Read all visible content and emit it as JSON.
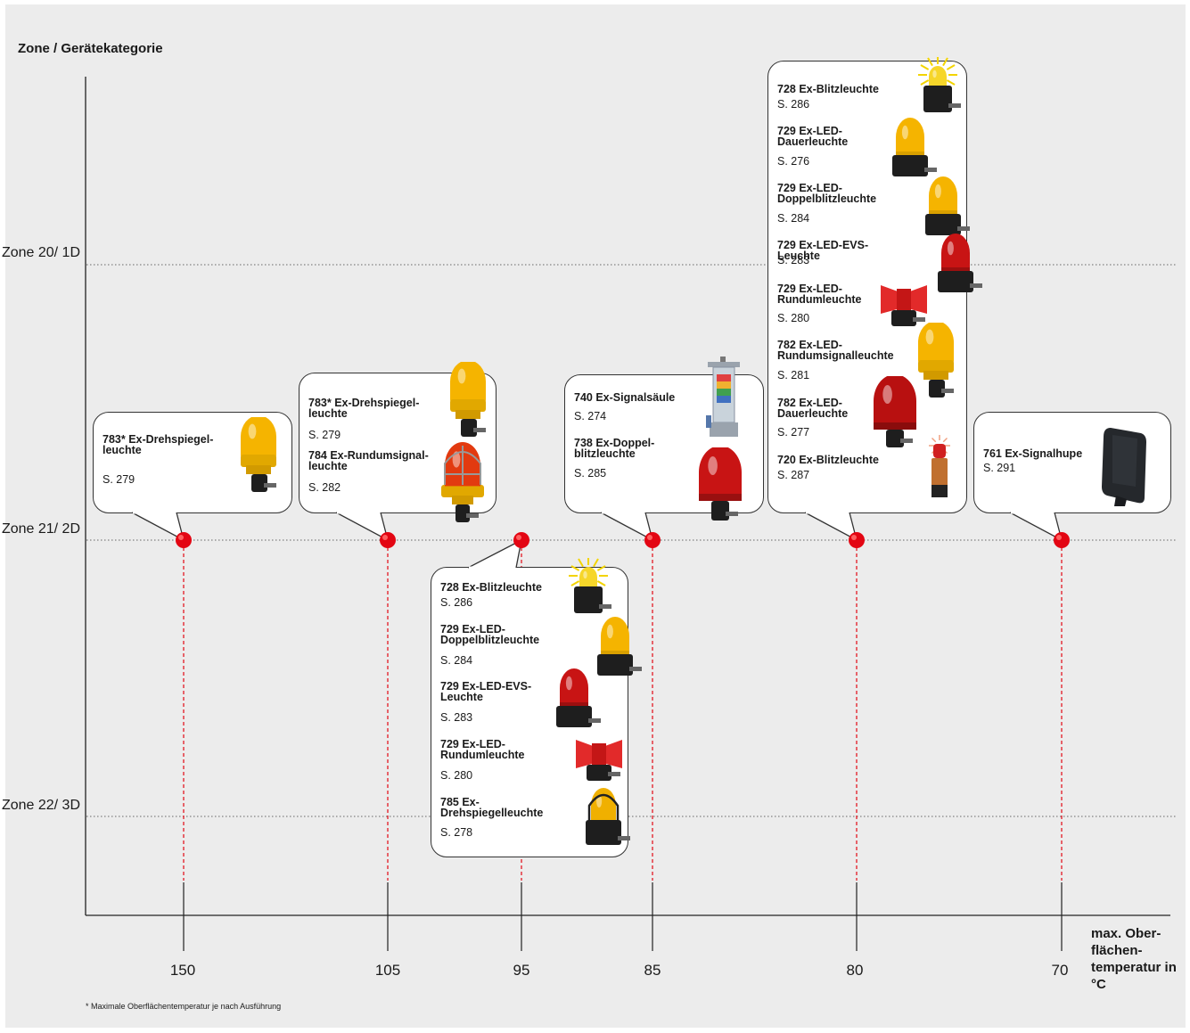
{
  "y_axis": {
    "title": "Zone / Gerätekategorie",
    "zones": [
      "Zone 20/ 1D",
      "Zone 21/ 2D",
      "Zone 22/ 3D"
    ]
  },
  "x_axis": {
    "ticks": [
      "150",
      "105",
      "95",
      "85",
      "80",
      "70"
    ],
    "label": "max. Ober- flächen- temperatur in °C"
  },
  "footnote": "* Maximale Oberflächentemperatur je nach Ausführung",
  "colors": {
    "marker": "#e30613",
    "grid": "#555555",
    "lamp_yellow": "#f5b400",
    "lamp_red": "#c81414",
    "base": "#1e1e1e"
  },
  "groups": [
    {
      "temp": "150",
      "items": [
        {
          "name": "783* Ex-Drehspiegel- leuchte",
          "page": "S. 279",
          "icon": "yellow-rotating-beacon-icon"
        }
      ]
    },
    {
      "temp": "105",
      "items": [
        {
          "name": "783* Ex-Drehspiegel- leuchte",
          "page": "S. 279",
          "icon": "yellow-rotating-beacon-icon"
        },
        {
          "name": "784 Ex-Rundumsignal- leuchte",
          "page": "S. 282",
          "icon": "caged-red-beacon-icon"
        }
      ]
    },
    {
      "temp": "95",
      "items": [
        {
          "name": "728 Ex-Blitzleuchte",
          "page": "S. 286",
          "icon": "flashing-beacon-icon"
        },
        {
          "name": "729 Ex-LED- Doppelblitzleuchte",
          "page": "S. 284",
          "icon": "yellow-led-beacon-icon"
        },
        {
          "name": "729 Ex-LED-EVS- Leuchte",
          "page": "S. 283",
          "icon": "red-led-beacon-icon"
        },
        {
          "name": "729 Ex-LED- Rundumleuchte",
          "page": "S. 280",
          "icon": "red-rotating-led-icon"
        },
        {
          "name": "785 Ex-Drehspiegelleuchte",
          "page": "S. 278",
          "icon": "yellow-caged-beacon-icon"
        }
      ]
    },
    {
      "temp": "85",
      "items": [
        {
          "name": "740 Ex-Signalsäule",
          "page": "S. 274",
          "icon": "signal-tower-icon"
        },
        {
          "name": "738 Ex-Doppel- blitzleuchte",
          "page": "S. 285",
          "icon": "red-double-flash-beacon-icon"
        }
      ]
    },
    {
      "temp": "80",
      "items": [
        {
          "name": "728 Ex-Blitzleuchte",
          "page": "S. 286",
          "icon": "flashing-beacon-icon"
        },
        {
          "name": "729 Ex-LED- Dauerleuchte",
          "page": "S. 276",
          "icon": "yellow-led-beacon-icon"
        },
        {
          "name": "729 Ex-LED- Doppelblitzleuchte",
          "page": "S. 284",
          "icon": "yellow-led-beacon-icon"
        },
        {
          "name": "729 Ex-LED-EVS-Leuchte",
          "page": "S. 283",
          "icon": "red-led-beacon-icon"
        },
        {
          "name": "729 Ex-LED- Rundumleuchte",
          "page": "S. 280",
          "icon": "red-rotating-led-icon"
        },
        {
          "name": "782 Ex-LED- Rundumsignalleuchte",
          "page": "S. 281",
          "icon": "yellow-rotating-beacon-icon"
        },
        {
          "name": "782 Ex-LED- Dauerleuchte",
          "page": "S. 277",
          "icon": "red-steady-beacon-icon"
        },
        {
          "name": "720 Ex-Blitzleuchte",
          "page": "S. 287",
          "icon": "red-tube-flash-icon"
        }
      ]
    },
    {
      "temp": "70",
      "items": [
        {
          "name": "761 Ex-Signalhupe",
          "page": "S. 291",
          "icon": "signal-horn-icon"
        }
      ]
    }
  ]
}
